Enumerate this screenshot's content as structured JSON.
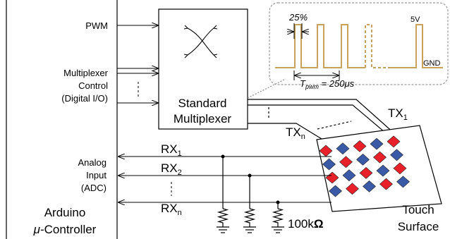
{
  "arduino": {
    "pwm": "PWM",
    "mux_control_1": "Multiplexer",
    "mux_control_2": "Control",
    "mux_control_3": "(Digital I/O)",
    "analog_1": "Analog",
    "analog_2": "Input",
    "analog_3": "(ADC)",
    "name_1": "Arduino",
    "name_2": "-Controller",
    "mu": "μ"
  },
  "multiplexer": {
    "line_1": "Standard",
    "line_2": "Multiplexer"
  },
  "signals": {
    "tx1_main": "TX",
    "tx1_sub": "1",
    "txn_main": "TX",
    "txn_sub": "n",
    "rx1_main": "RX",
    "rx1_sub": "1",
    "rx2_main": "RX",
    "rx2_sub": "2",
    "rxn_main": "RX",
    "rxn_sub": "n"
  },
  "resistor": {
    "value": "100k",
    "unit": "Ω"
  },
  "waveform": {
    "duty": "25%",
    "voltage": "5V",
    "ground": "GND",
    "period_main": "T",
    "period_sub": "pwm",
    "period_value": " = 250μs"
  },
  "touch_surface": {
    "line_1": "Touch",
    "line_2": "Surface"
  },
  "colors": {
    "wave": "#c9a15a",
    "red_pad": "#e8202a",
    "blue_pad": "#3a5aa8"
  }
}
